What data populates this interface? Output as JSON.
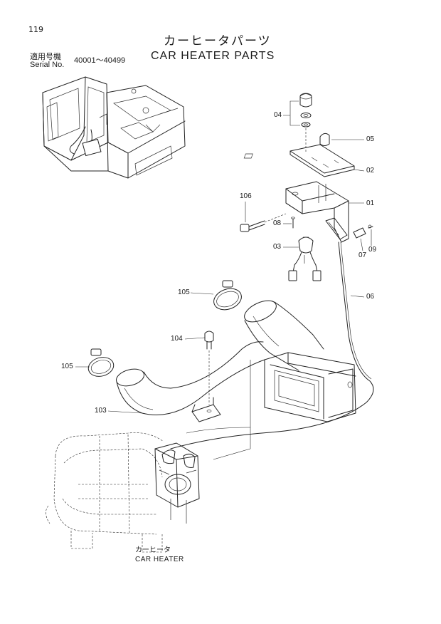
{
  "header": {
    "page_number": "119",
    "title_jp": "カーヒータパーツ",
    "title_en": "CAR HEATER PARTS",
    "serial_label_jp": "適用号機",
    "serial_label_en": "Serial No.",
    "serial_range": "40001～40499"
  },
  "callouts": [
    {
      "id": "04",
      "label": "04"
    },
    {
      "id": "05",
      "label": "05"
    },
    {
      "id": "02",
      "label": "02"
    },
    {
      "id": "106",
      "label": "106"
    },
    {
      "id": "01",
      "label": "01"
    },
    {
      "id": "08",
      "label": "08"
    },
    {
      "id": "03",
      "label": "03"
    },
    {
      "id": "07",
      "label": "07"
    },
    {
      "id": "09",
      "label": "09"
    },
    {
      "id": "105a",
      "label": "105"
    },
    {
      "id": "06",
      "label": "06"
    },
    {
      "id": "104",
      "label": "104"
    },
    {
      "id": "105b",
      "label": "105"
    },
    {
      "id": "103",
      "label": "103"
    }
  ],
  "caption": {
    "jp": "カーヒータ",
    "en": "CAR HEATER"
  }
}
